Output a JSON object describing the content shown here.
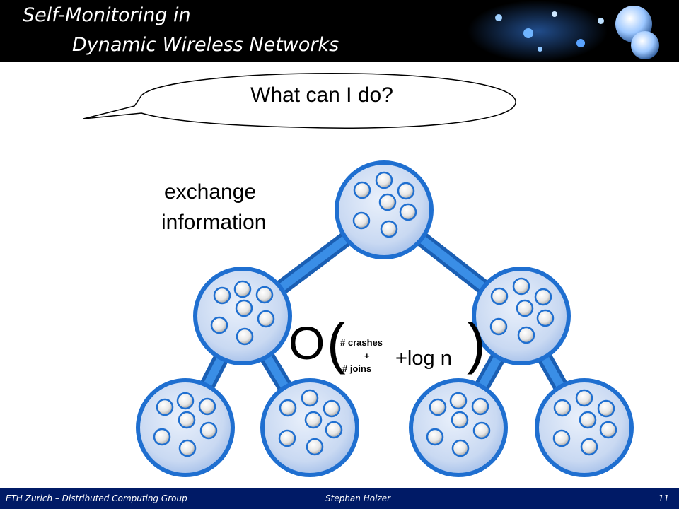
{
  "slide": {
    "title_line1": "Self-Monitoring in",
    "title_line2": "Dynamic Wireless Networks",
    "speech_bubble": "What can I do?",
    "label_line1": "exchange",
    "label_line2": "information"
  },
  "formula": {
    "big_o": "O",
    "open_paren": "(",
    "top_term": "# crashes",
    "plus": "+",
    "bottom_term": "# joins",
    "log_term": "+log n",
    "close_paren": ")"
  },
  "footer": {
    "group": "ETH Zurich – Distributed Computing Group",
    "author": "Stephan Holzer",
    "page_number": "11"
  },
  "colors": {
    "title_bg": "#000000",
    "footer_bg": "#001a66",
    "node_fill": "#c9d9f2",
    "node_stroke": "#1f6fd0",
    "edge": "#2a7bd8"
  },
  "tree": {
    "levels": 3,
    "nodes_per_level": [
      1,
      2,
      4
    ],
    "inner_dots_per_node": 7
  }
}
